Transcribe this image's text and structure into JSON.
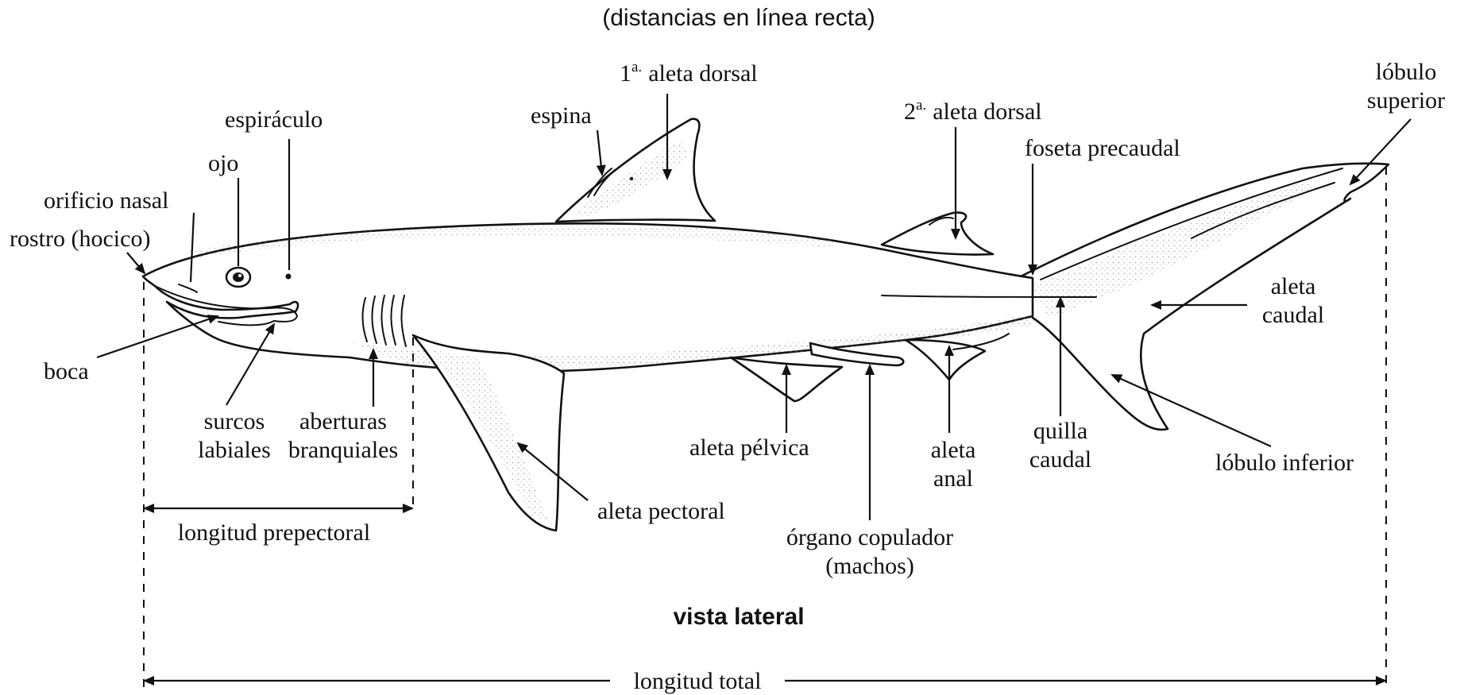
{
  "subtitle": "(distancias en línea recta)",
  "view_title": "vista lateral",
  "labels": {
    "first_dorsal_num": "1",
    "first_dorsal_sup": "a.",
    "first_dorsal_text": "aleta dorsal",
    "second_dorsal_num": "2",
    "second_dorsal_sup": "a.",
    "second_dorsal_text": "aleta dorsal",
    "espina": "espina",
    "espiraculo": "espiráculo",
    "ojo": "ojo",
    "orificio_nasal": "orificio nasal",
    "rostro": "rostro (hocico)",
    "boca": "boca",
    "surcos_1": "surcos",
    "surcos_2": "labiales",
    "aberturas_1": "aberturas",
    "aberturas_2": "branquiales",
    "foseta_precaudal": "foseta precaudal",
    "lobulo_superior_1": "lóbulo",
    "lobulo_superior_2": "superior",
    "aleta_caudal_1": "aleta",
    "aleta_caudal_2": "caudal",
    "quilla_1": "quilla",
    "quilla_2": "caudal",
    "lobulo_inferior": "lóbulo inferior",
    "aleta_pelvica": "aleta pélvica",
    "aleta_anal_1": "aleta",
    "aleta_anal_2": "anal",
    "aleta_pectoral": "aleta pectoral",
    "organo_1": "órgano copulador",
    "organo_2": "(machos)",
    "longitud_prepectoral": "longitud prepectoral",
    "longitud_total": "longitud total"
  }
}
